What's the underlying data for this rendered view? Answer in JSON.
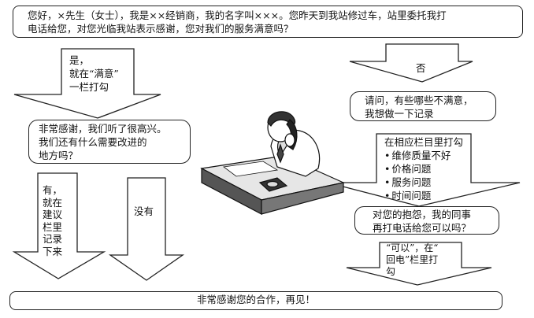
{
  "greeting": {
    "line1": "您好，×先生（女士），我是××经销商，我的名字叫×××。您昨天到我站修过车，站里委托我打",
    "line2": "电话给您，对您光临我站表示感谢，您对我们的服务满意吗？"
  },
  "yes_arrow": {
    "line1": "是，",
    "line2": "就在“满意”",
    "line3": "一栏打勾"
  },
  "no_arrow": {
    "label": "否"
  },
  "thanks_box": {
    "line1": "非常感谢，我们听了很高兴。",
    "line2": "我们还有什么需要改进的",
    "line3": "地方吗？"
  },
  "ask_box": {
    "line1": "请问，有些哪些不满意，",
    "line2": "我想做一下记录"
  },
  "check_arrow": {
    "title": "在相应栏目里打勾",
    "options": [
      "维修质量不好",
      "价格问题",
      "服务问题",
      "时间问题"
    ]
  },
  "have_arrow": {
    "lines": [
      "有，",
      "就在",
      "建议",
      "栏里",
      "记录",
      "下来"
    ]
  },
  "none_arrow": {
    "label": "没有"
  },
  "callback_box": {
    "line1": "对您的抱怨，我的同事",
    "line2": "再打电话给您可以吗？"
  },
  "ok_arrow": {
    "line1": "“可以”，在“",
    "line2": "回电”栏里打",
    "line3": "勾"
  },
  "closing": {
    "text": "非常感谢您的合作，再见！"
  }
}
